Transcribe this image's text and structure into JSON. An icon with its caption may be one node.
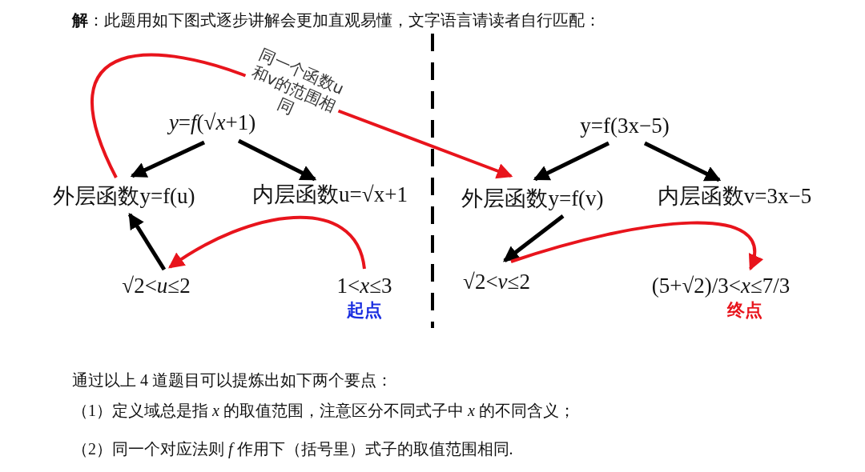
{
  "diagram": {
    "title": "**解**：此题用如下图式逐步讲解会更加直观易懂，文字语言请读者自行匹配：",
    "nodes": [
      {
        "text": [
          "*y*=*f*(√*x*+1)"
        ]
      },
      {
        "text": [
          "外层函数y=f(u)"
        ]
      },
      {
        "text": [
          "内层函数u=√x+1"
        ]
      },
      {
        "text": [
          "√2<*u*≤2"
        ]
      },
      {
        "text": [
          "1<*x*≤3"
        ],
        "beside": [
          "起点"
        ]
      },
      {
        "text": [
          "y=f(3x−5)"
        ]
      },
      {
        "text": [
          "外层函数y=f(v)"
        ]
      },
      {
        "text": [
          "内层函数v=3x−5"
        ]
      },
      {
        "text": [
          "√2<*v*≤2"
        ]
      },
      {
        "text": [
          "(5+√2)/3<*x*≤7/3"
        ],
        "beside": [
          "终点"
        ]
      }
    ],
    "edges": [
      {
        "from": 0,
        "to": 1,
        "arrow": "to"
      },
      {
        "from": 0,
        "to": 2,
        "arrow": "to"
      },
      {
        "from": 3,
        "to": 1,
        "arrow": "to"
      },
      {
        "from": 4,
        "to": 3,
        "arrow": "to",
        "color": "#e8141c"
      },
      {
        "from": 1,
        "to": 6,
        "arrow": "to",
        "color": "#e8141c",
        "label": "同一个函数u和v的范围相同"
      },
      {
        "from": 5,
        "to": 6,
        "arrow": "to"
      },
      {
        "from": 5,
        "to": 7,
        "arrow": "to"
      },
      {
        "from": 6,
        "to": 8,
        "arrow": "to"
      },
      {
        "from": 8,
        "to": 9,
        "arrow": "to",
        "color": "#e8141c"
      }
    ],
    "labels": [
      "通过以上 4 道题目可以提炼出如下两个要点：",
      "（1）定义域总是指 *x* 的取值范围，注意区分不同式子中 *x* 的不同含义；",
      "（2）同一个对应法则 *f* 作用下（括号里）式子的取值范围相同."
    ]
  }
}
